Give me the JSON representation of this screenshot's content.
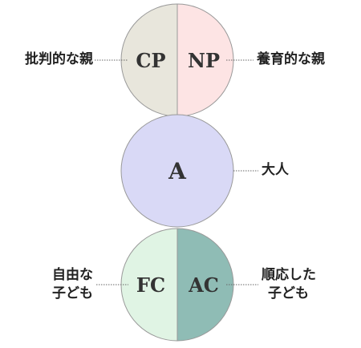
{
  "states": {
    "parent": {
      "left": {
        "code": "CP",
        "label": "批判的な親",
        "color": "#e8e6dc"
      },
      "right": {
        "code": "NP",
        "label": "養育的な親",
        "color": "#fde4e4"
      }
    },
    "adult": {
      "code": "A",
      "label": "大人",
      "color": "#d9d9f6"
    },
    "child": {
      "left": {
        "code": "FC",
        "label_line1": "自由な",
        "label_line2": "子ども",
        "color": "#e0f4e4"
      },
      "right": {
        "code": "AC",
        "label_line1": "順応した",
        "label_line2": "子ども",
        "color": "#8fbcb5"
      }
    }
  },
  "colors": {
    "outline": "#999999",
    "text": "#333333",
    "leader": "#666666"
  }
}
